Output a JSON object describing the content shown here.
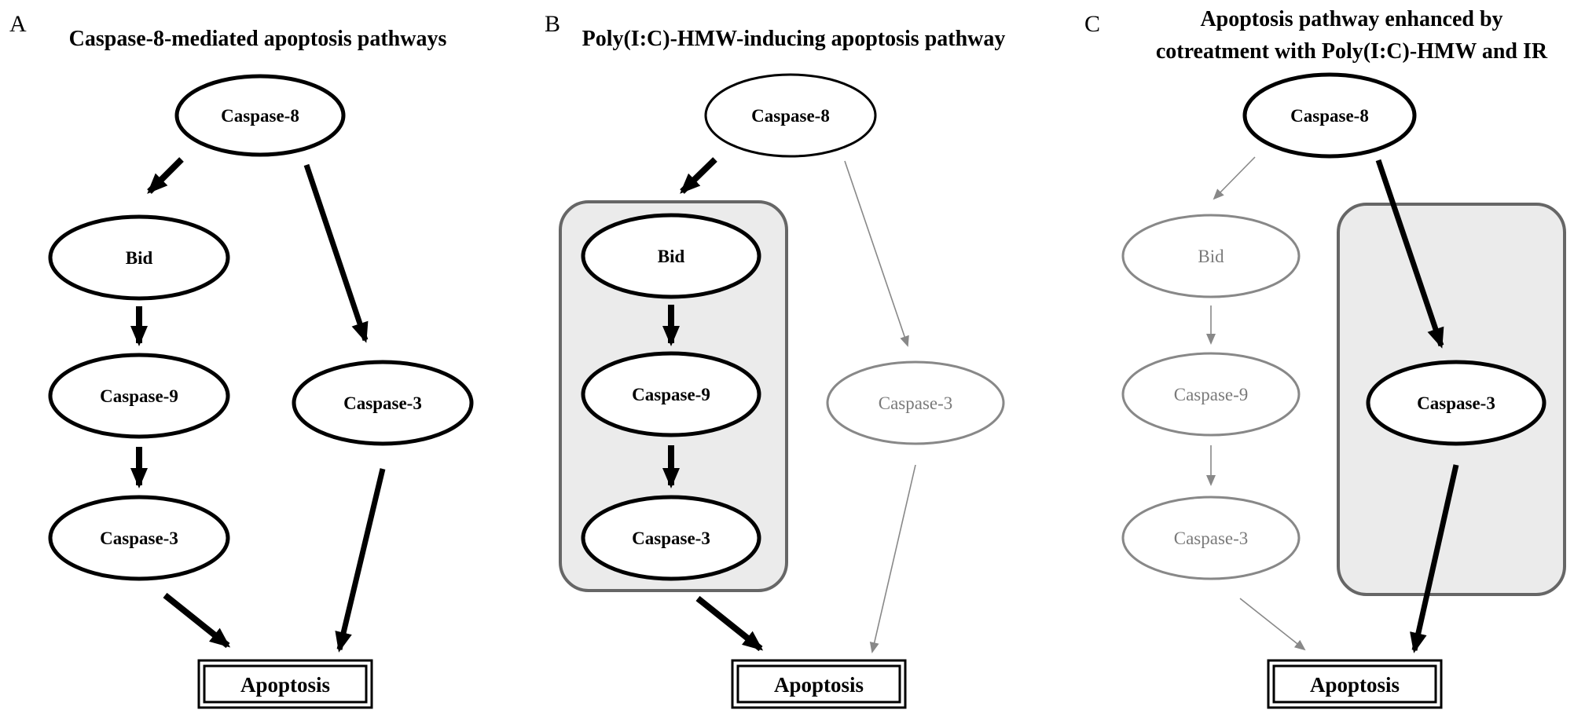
{
  "panels": [
    {
      "letter": "A",
      "title_lines": [
        "Caspase-8-mediated apoptosis pathways"
      ],
      "nodes": {
        "caspase8": "Caspase-8",
        "bid": "Bid",
        "caspase9": "Caspase-9",
        "caspase3_left": "Caspase-3",
        "caspase3_right": "Caspase-3",
        "apoptosis": "Apoptosis"
      }
    },
    {
      "letter": "B",
      "title_lines": [
        "Poly(I:C)-HMW-inducing apoptosis pathway"
      ],
      "highlighted_pathway": "Bid → Caspase-9 → Caspase-3",
      "nodes": {
        "caspase8": "Caspase-8",
        "bid": "Bid",
        "caspase9": "Caspase-9",
        "caspase3_left": "Caspase-3",
        "caspase3_right": "Caspase-3",
        "apoptosis": "Apoptosis"
      }
    },
    {
      "letter": "C",
      "title_lines": [
        "Apoptosis pathway enhanced by",
        "cotreatment with Poly(I:C)-HMW and IR"
      ],
      "highlighted_pathway": "Caspase-8 → Caspase-3",
      "nodes": {
        "caspase8": "Caspase-8",
        "bid": "Bid",
        "caspase9": "Caspase-9",
        "caspase3_left": "Caspase-3",
        "caspase3_right": "Caspase-3",
        "apoptosis": "Apoptosis"
      }
    }
  ],
  "colors": {
    "strong": "#000000",
    "faint": "#7a7a7a",
    "highlight_fill": "#ebebeb",
    "highlight_stroke": "#666666"
  }
}
